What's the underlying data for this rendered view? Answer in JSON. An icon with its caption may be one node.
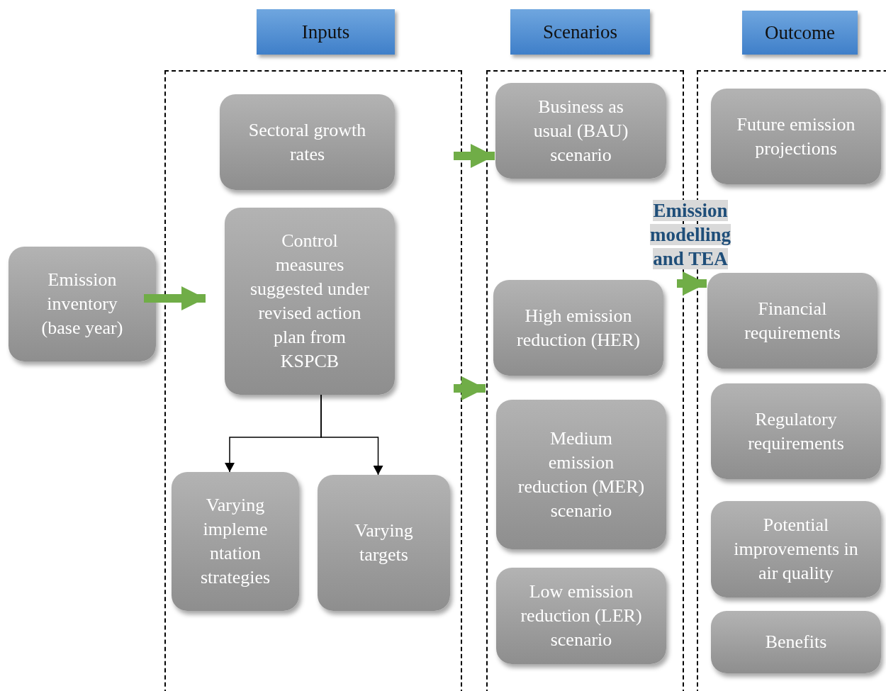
{
  "diagram": {
    "nodes": [
      {
        "text": [
          "Inputs"
        ]
      },
      {
        "text": [
          "Scenarios"
        ]
      },
      {
        "text": [
          "Outcome"
        ]
      },
      {
        "text": [
          "Emission inventory (base year)"
        ]
      },
      {
        "text": [],
        "shape": "box"
      },
      {
        "text": [
          "Sectoral growth rates"
        ],
        "in": 4
      },
      {
        "text": [
          "Control measures suggested under revised action plan from KSPCB"
        ],
        "in": 4
      },
      {
        "text": [
          "Varying impleme ntation strategies"
        ],
        "in": 4
      },
      {
        "text": [
          "Varying targets"
        ],
        "in": 4
      },
      {
        "text": [],
        "shape": "box"
      },
      {
        "text": [
          "Business as usual (BAU) scenario"
        ],
        "in": 9
      },
      {
        "text": [
          "High emission reduction (HER)"
        ],
        "in": 9
      },
      {
        "text": [
          "Medium emission reduction (MER) scenario"
        ],
        "in": 9
      },
      {
        "text": [
          "Low emission reduction (LER) scenario"
        ],
        "in": 9
      },
      {
        "text": [],
        "shape": "box"
      },
      {
        "text": [
          "Future emission projections"
        ],
        "in": 14
      },
      {
        "text": [
          "Financial requirements"
        ],
        "in": 14
      },
      {
        "text": [
          "Regulatory requirements"
        ],
        "in": 14
      },
      {
        "text": [
          "Potential improvements in air quality"
        ],
        "in": 14
      },
      {
        "text": [
          "Benefits"
        ],
        "in": 14
      }
    ],
    "edges": [
      {
        "from": 3,
        "to": 6,
        "arrow": "to"
      },
      {
        "from": 4,
        "to": 10,
        "arrow": "to"
      },
      {
        "from": 4,
        "to": 9,
        "arrow": "to"
      },
      {
        "from": 9,
        "to": 16,
        "arrow": "to",
        "label": "Emission modelling and TEA"
      },
      {
        "from": 6,
        "to": 7,
        "arrow": "to",
        "color": "#000000"
      },
      {
        "from": 6,
        "to": 8,
        "arrow": "to",
        "color": "#000000"
      }
    ]
  }
}
